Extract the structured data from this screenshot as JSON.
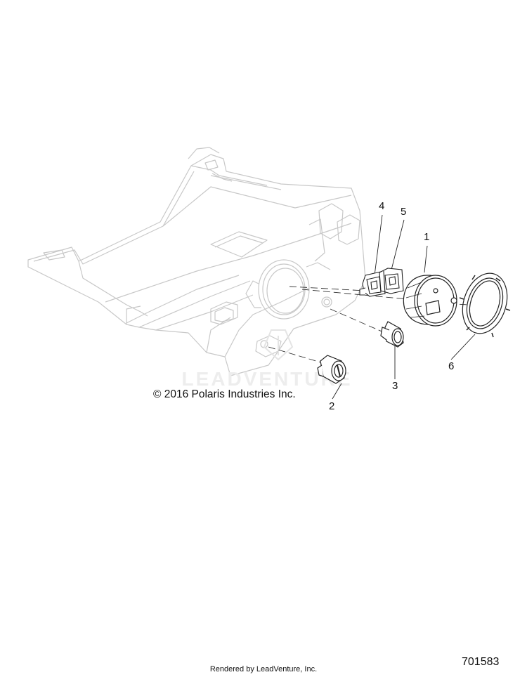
{
  "diagram": {
    "callouts": [
      "1",
      "2",
      "3",
      "4",
      "5",
      "6"
    ],
    "copyright": "© 2016 Polaris Industries Inc.",
    "diagram_id": "701583"
  },
  "footer": {
    "rendered_by": "Rendered by LeadVenture, Inc."
  },
  "watermark": {
    "text": "LEADVENTURE"
  },
  "colors": {
    "background": "#ffffff",
    "housing_line": "#c8c8c8",
    "part_line": "#222222"
  }
}
